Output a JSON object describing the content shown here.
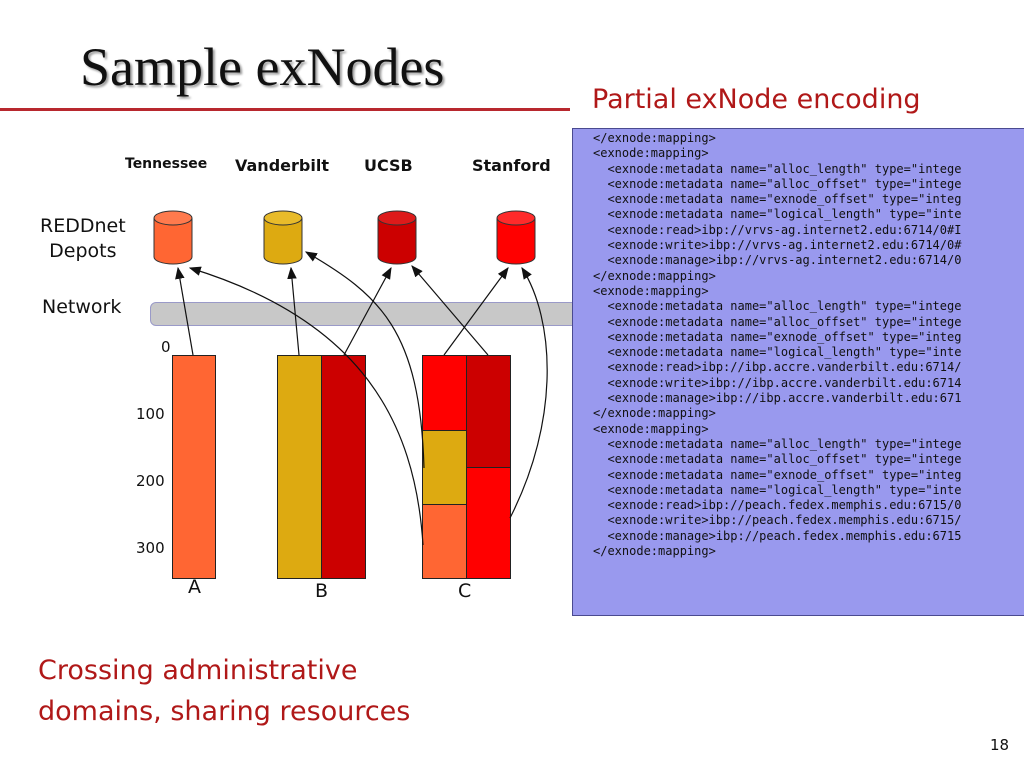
{
  "title": "Sample exNodes",
  "encoding_title": "Partial exNode encoding",
  "sites": [
    {
      "label": "Tennessee",
      "color": "#ff6633"
    },
    {
      "label": "Vanderbilt",
      "color": "#ddaa11"
    },
    {
      "label": "UCSB",
      "color": "#cc0000"
    },
    {
      "label": "Stanford",
      "color": "#ff0000"
    }
  ],
  "depots_label_line1": "REDDnet",
  "depots_label_line2": "Depots",
  "network_label": "Network",
  "axis_ticks": [
    "0",
    "100",
    "200",
    "300"
  ],
  "exnodes": [
    {
      "label": "A"
    },
    {
      "label": "B"
    },
    {
      "label": "C"
    }
  ],
  "code_lines": [
    "</exnode:mapping>",
    "<exnode:mapping>",
    "  <exnode:metadata name=\"alloc_length\" type=\"intege",
    "  <exnode:metadata name=\"alloc_offset\" type=\"intege",
    "  <exnode:metadata name=\"exnode_offset\" type=\"integ",
    "  <exnode:metadata name=\"logical_length\" type=\"inte",
    "  <exnode:read>ibp://vrvs-ag.internet2.edu:6714/0#I",
    "  <exnode:write>ibp://vrvs-ag.internet2.edu:6714/0#",
    "  <exnode:manage>ibp://vrvs-ag.internet2.edu:6714/0",
    "</exnode:mapping>",
    "<exnode:mapping>",
    "  <exnode:metadata name=\"alloc_length\" type=\"intege",
    "  <exnode:metadata name=\"alloc_offset\" type=\"intege",
    "  <exnode:metadata name=\"exnode_offset\" type=\"integ",
    "  <exnode:metadata name=\"logical_length\" type=\"inte",
    "  <exnode:read>ibp://ibp.accre.vanderbilt.edu:6714/",
    "  <exnode:write>ibp://ibp.accre.vanderbilt.edu:6714",
    "  <exnode:manage>ibp://ibp.accre.vanderbilt.edu:671",
    "</exnode:mapping>",
    "<exnode:mapping>",
    "  <exnode:metadata name=\"alloc_length\" type=\"intege",
    "  <exnode:metadata name=\"alloc_offset\" type=\"intege",
    "  <exnode:metadata name=\"exnode_offset\" type=\"integ",
    "  <exnode:metadata name=\"logical_length\" type=\"inte",
    "  <exnode:read>ibp://peach.fedex.memphis.edu:6715/0",
    "  <exnode:write>ibp://peach.fedex.memphis.edu:6715/",
    "  <exnode:manage>ibp://peach.fedex.memphis.edu:6715",
    "</exnode:mapping>"
  ],
  "bottom_note_line1": "Crossing administrative",
  "bottom_note_line2": "domains, sharing resources",
  "slide_number": "18",
  "colors": {
    "accent_red": "#b01818",
    "code_bg": "#9999ee",
    "network_band": "#c8c8c8"
  }
}
